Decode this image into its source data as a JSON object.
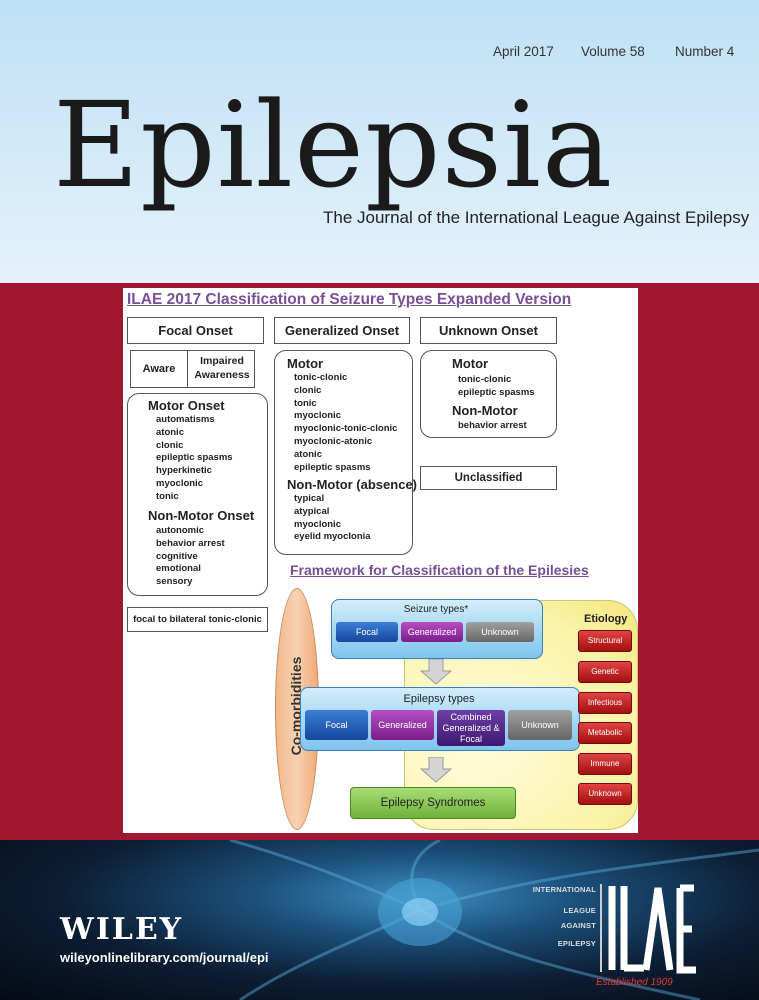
{
  "issue": {
    "date": "April 2017",
    "volume": "Volume 58",
    "number": "Number 4"
  },
  "journal": {
    "title": "Epilepsia",
    "subtitle": "The Journal of the International League Against Epilepsy"
  },
  "classification": {
    "heading": "ILAE 2017 Classification of Seizure Types Expanded Version",
    "focal": {
      "header": "Focal Onset",
      "aware": "Aware",
      "impaired": "Impaired Awareness",
      "motor_label": "Motor Onset",
      "motor_items": [
        "automatisms",
        "atonic",
        "clonic",
        "epileptic spasms",
        "hyperkinetic",
        "myoclonic",
        "tonic"
      ],
      "nonmotor_label": "Non-Motor Onset",
      "nonmotor_items": [
        "autonomic",
        "behavior arrest",
        "cognitive",
        "emotional",
        "sensory"
      ],
      "bilateral": "focal to bilateral tonic-clonic"
    },
    "generalized": {
      "header": "Generalized Onset",
      "motor_label": "Motor",
      "motor_items": [
        "tonic-clonic",
        "clonic",
        "tonic",
        "myoclonic",
        "myoclonic-tonic-clonic",
        "myoclonic-atonic",
        "atonic",
        "epileptic spasms"
      ],
      "nonmotor_label": "Non-Motor (absence)",
      "nonmotor_items": [
        "typical",
        "atypical",
        "myoclonic",
        "eyelid myoclonia"
      ]
    },
    "unknown": {
      "header": "Unknown Onset",
      "motor_label": "Motor",
      "motor_items": [
        "tonic-clonic",
        "epileptic spasms"
      ],
      "nonmotor_label": "Non-Motor",
      "nonmotor_items": [
        "behavior arrest"
      ],
      "unclassified": "Unclassified"
    }
  },
  "framework": {
    "heading": "Framework for Classification of the Epilesies",
    "comorbidities": "Co-morbidities",
    "seizure_types": {
      "label": "Seizure types*",
      "items": [
        "Focal",
        "Generalized",
        "Unknown"
      ]
    },
    "epilepsy_types": {
      "label": "Epilepsy types",
      "items": [
        "Focal",
        "Generalized",
        "Combined Generalized & Focal",
        "Unknown"
      ]
    },
    "syndromes": "Epilepsy Syndromes",
    "etiology": {
      "label": "Etiology",
      "items": [
        "Structural",
        "Genetic",
        "Infectious",
        "Metabolic",
        "Immune",
        "Unknown"
      ]
    }
  },
  "publisher": {
    "name": "WILEY",
    "url": "wileyonlinelibrary.com/journal/epi"
  },
  "ilae": {
    "lines": [
      "INTERNATIONAL",
      "LEAGUE",
      "AGAINST",
      "EPILEPSY"
    ],
    "logo": "ILAE",
    "established": "Established 1909"
  },
  "colors": {
    "maroon": "#a0172f",
    "sky": "#cfe8f7",
    "purple_heading": "#7b4f97",
    "focal_blue": "#1f5fb0",
    "generalized_purple": "#8a2a9b",
    "unknown_gray": "#7b7b7b",
    "etiology_red": "#c01818"
  }
}
